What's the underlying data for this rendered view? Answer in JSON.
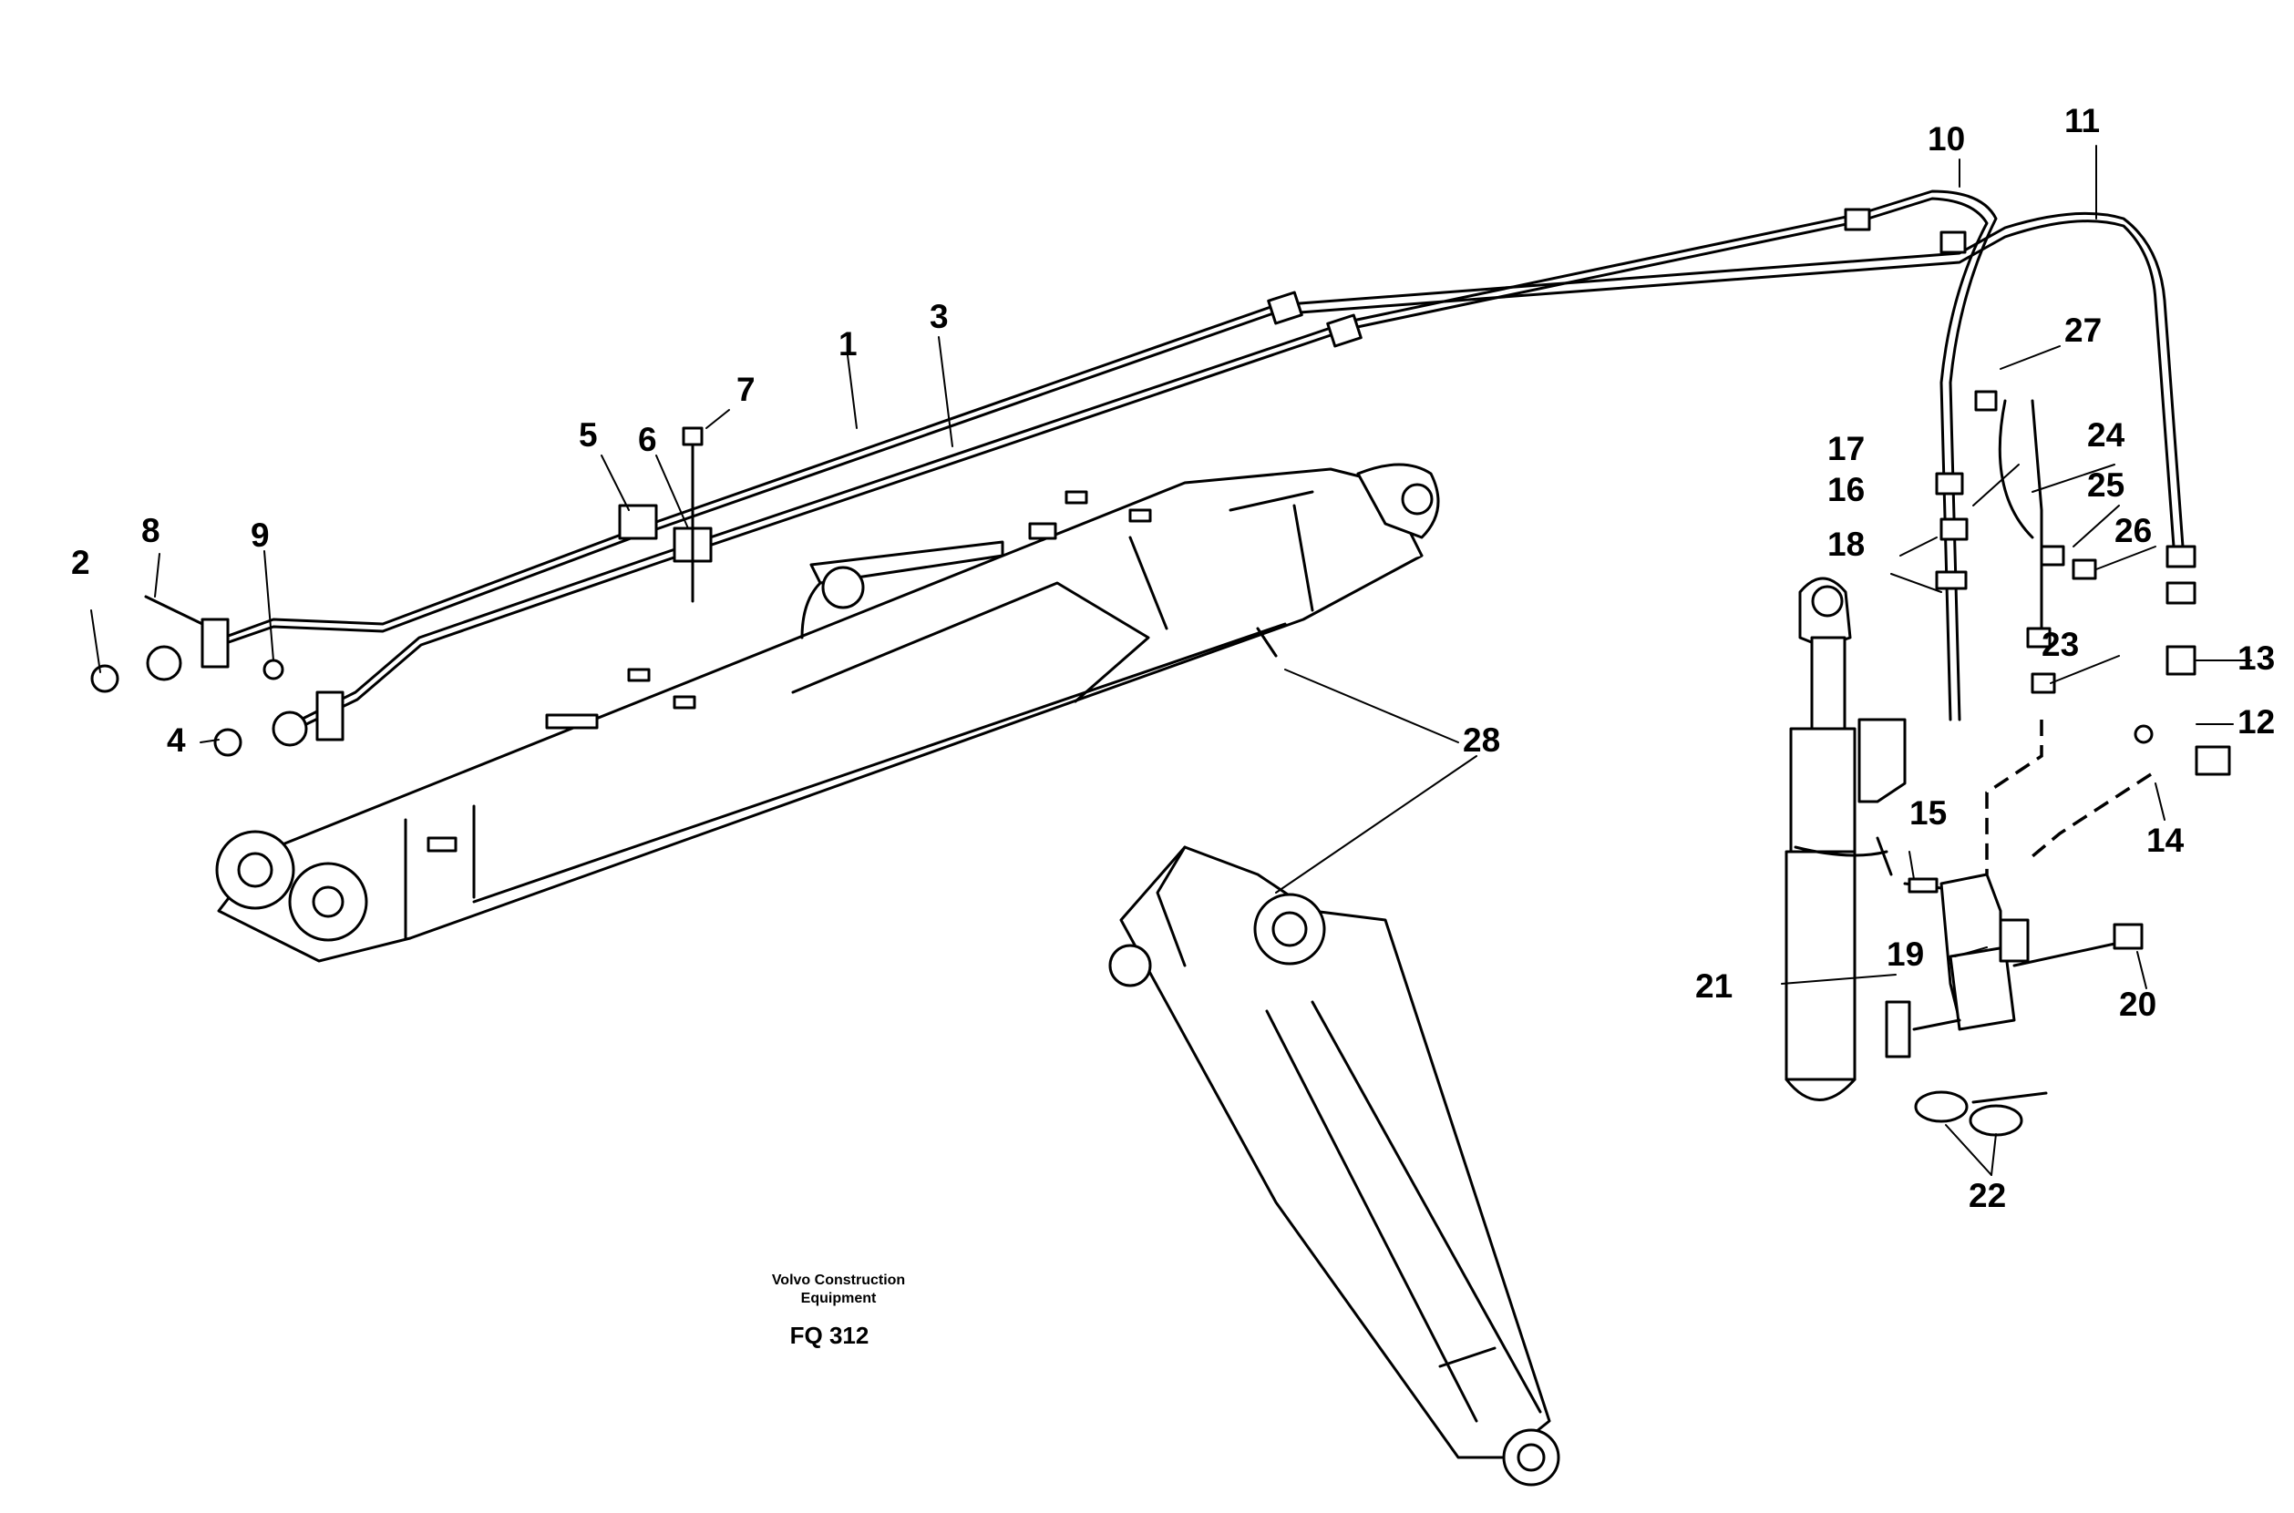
{
  "diagram": {
    "callouts": [
      "1",
      "2",
      "3",
      "4",
      "5",
      "6",
      "7",
      "8",
      "9",
      "10",
      "11",
      "12",
      "13",
      "14",
      "15",
      "16",
      "17",
      "18",
      "19",
      "20",
      "21",
      "22",
      "23",
      "24",
      "25",
      "26",
      "27",
      "28"
    ],
    "caption": {
      "line1": "Volvo Construction",
      "line2": "Equipment",
      "code": "FQ 312"
    }
  }
}
